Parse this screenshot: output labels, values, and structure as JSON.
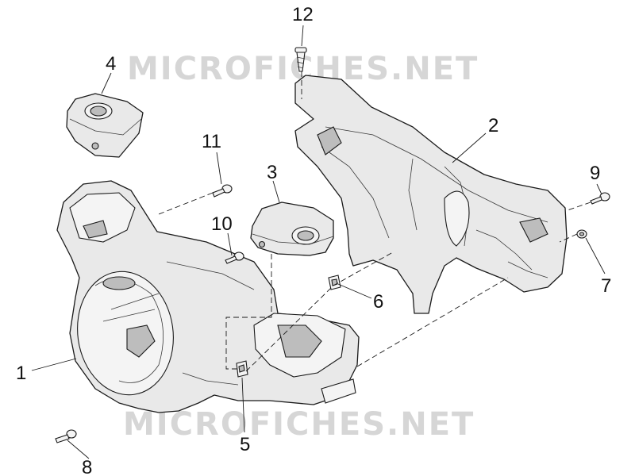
{
  "watermark": {
    "top": "MICROFICHES.NET",
    "bottom": "MICROFICHES.NET"
  },
  "callouts": {
    "c1": "1",
    "c2": "2",
    "c3": "3",
    "c4": "4",
    "c5": "5",
    "c6": "6",
    "c7": "7",
    "c8": "8",
    "c9": "9",
    "c10": "10",
    "c11": "11",
    "c12": "12"
  }
}
